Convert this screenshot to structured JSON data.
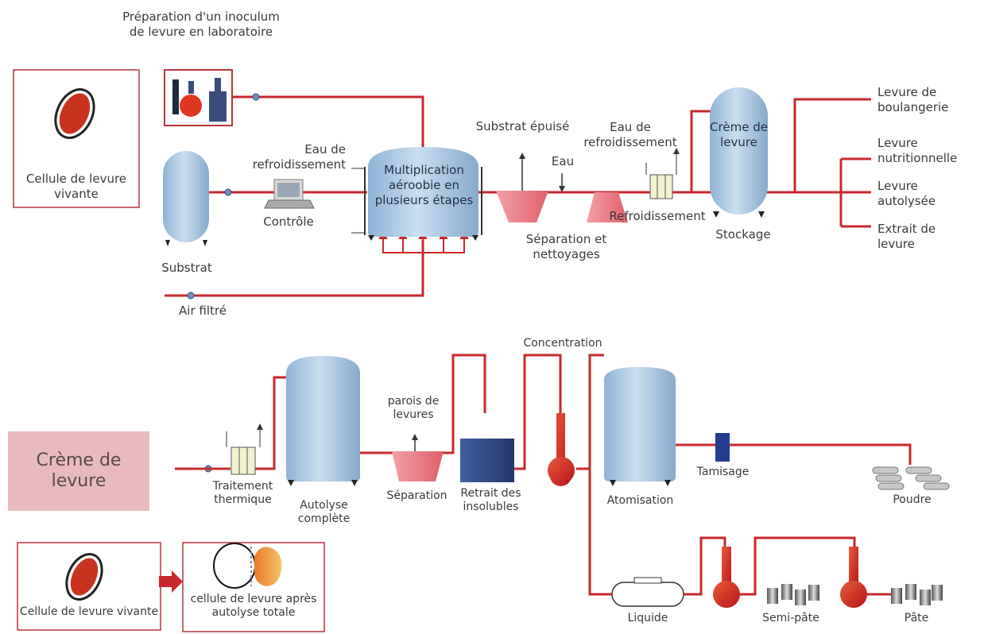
{
  "labels": {
    "inoculum": "Préparation d'un inoculum de levure en laboratoire",
    "cell_top": "Cellule de levure vivante",
    "substrat": "Substrat",
    "controle": "Contrôle",
    "eau_refroid_1": "Eau de refroidissement",
    "multiplication": "Multiplication aéroobie en plusieurs étapes",
    "air_filtre": "Air filtré",
    "substrat_epuise": "Substrat épuisé",
    "eau": "Eau",
    "eau_refroid_2": "Eau de refroidissement",
    "separation_nettoyages": "Séparation et nettoyages",
    "refroidissement": "Refroidissement",
    "creme_tank": "Crème de levure",
    "stockage": "Stockage",
    "out_boulangerie": "Levure de boulangerie",
    "out_nutritionnelle": "Levure nutritionnelle",
    "out_autolysee": "Levure autolysée",
    "out_extrait": "Extrait de levure",
    "creme_box": "Crème de levure",
    "traitement_thermique": "Traitement thermique",
    "autolyse_complete": "Autolyse complète",
    "parois": "parois de levures",
    "separation": "Séparation",
    "retrait": "Retrait des insolubles",
    "concentration": "Concentration",
    "atomisation": "Atomisation",
    "tamisage": "Tamisage",
    "poudre": "Poudre",
    "liquide": "Liquide",
    "semi_pate": "Semi-pâte",
    "pate": "Pâte",
    "cell_bottom": "Cellule de levure vivante",
    "cell_after": "cellule de levure après autolyse totale"
  },
  "colors": {
    "pipe": "#c8282c",
    "tank": "#a9c9e6",
    "separator": "#ec7f86",
    "creme_box": "#e8b9bd",
    "dark_blue": "#2e4b88"
  }
}
